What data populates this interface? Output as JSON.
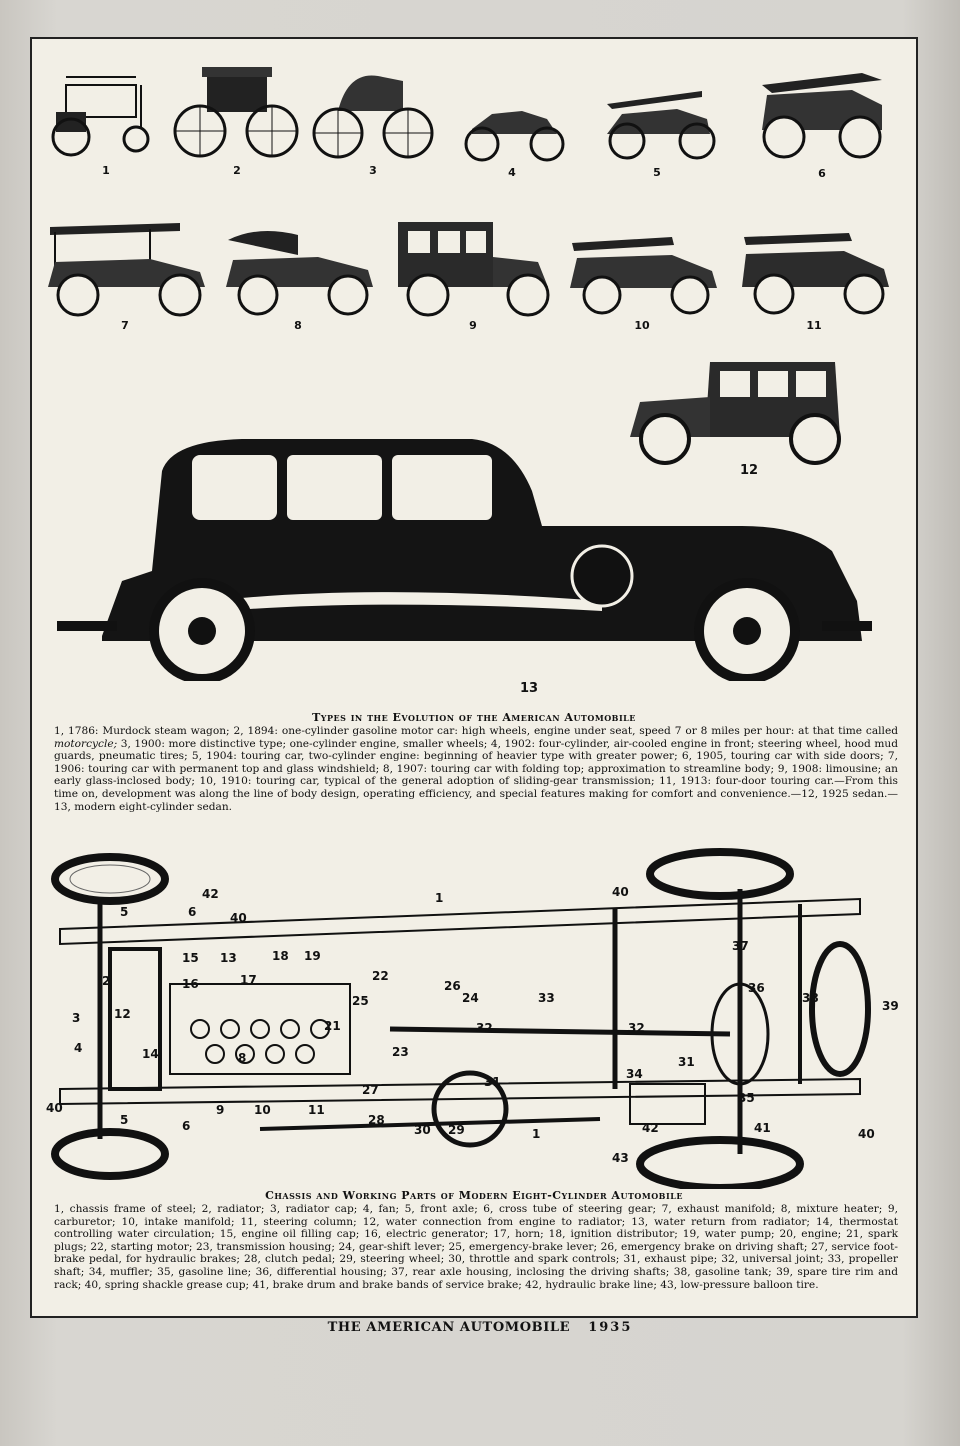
{
  "evolution": {
    "cars": [
      {
        "num": "1"
      },
      {
        "num": "2"
      },
      {
        "num": "3"
      },
      {
        "num": "4"
      },
      {
        "num": "5"
      },
      {
        "num": "6"
      },
      {
        "num": "7"
      },
      {
        "num": "8"
      },
      {
        "num": "9"
      },
      {
        "num": "10"
      },
      {
        "num": "11"
      }
    ],
    "car12_num": "12",
    "car13_num": "13",
    "title": "Types in the Evolution of the American Automobile",
    "caption_a": "1, 1786: Murdock steam wagon; 2, 1894: one-cylinder gasoline motor car: high wheels, engine under seat, speed 7 or 8 miles per hour: at that time called ",
    "caption_italic": "motorcycle;",
    "caption_b": " 3, 1900: more distinctive type; one-cylinder engine, smaller wheels; 4, 1902: four-cylinder, air-cooled engine in front; steering wheel, hood mud guards, pneumatic tires; 5, 1904: touring car, two-cylinder engine: beginning of heavier type with greater power; 6, 1905, touring car with side doors; 7, 1906: touring car with permanent top and glass windshield; 8, 1907: touring car with folding top; approximation to streamline body; 9, 1908: limousine; an early glass-inclosed body; 10, 1910: touring car, typical of the general adoption of sliding-gear transmission; 11, 1913: four-door touring car.—From this time on, development was along the line of body design, operating efficiency, and special features making for comfort and convenience.—12, 1925 sedan.—13, modern eight-cylinder sedan."
  },
  "chassis": {
    "title": "Chassis and Working Parts of Modern Eight-Cylinder Automobile",
    "labels": [
      "1",
      "42",
      "6",
      "40",
      "5",
      "40",
      "37",
      "36",
      "38",
      "39",
      "2",
      "15",
      "13",
      "18",
      "19",
      "22",
      "26",
      "24",
      "33",
      "3",
      "12",
      "17",
      "16",
      "25",
      "32",
      "32",
      "4",
      "14",
      "21",
      "23",
      "34",
      "31",
      "31",
      "35",
      "8",
      "9",
      "10",
      "11",
      "27",
      "28",
      "30",
      "29",
      "1",
      "42",
      "41",
      "40",
      "43",
      "5",
      "6",
      "40"
    ],
    "caption": "1, chassis frame of steel; 2, radiator; 3, radiator cap; 4, fan; 5, front axle; 6, cross tube of steering gear; 7, exhaust manifold; 8, mixture heater; 9, carburetor; 10, intake manifold; 11, steering column; 12, water connection from engine to radiator; 13, water return from radiator; 14, thermostat controlling water circulation; 15, engine oil filling cap; 16, electric generator; 17, horn; 18, ignition distributor; 19, water pump; 20, engine; 21, spark plugs; 22, starting motor; 23, transmission housing; 24, gear-shift lever; 25, emergency-brake lever; 26, emergency brake on driving shaft; 27, service foot-brake pedal, for hydraulic brakes; 28, clutch pedal; 29, steering wheel; 30, throttle and spark controls; 31, exhaust pipe; 32, universal joint; 33, propeller shaft; 34, muffler; 35, gasoline line; 36, differential housing; 37, rear axle housing, inclosing the driving shafts; 38, gasoline tank; 39, spare tire rim and rack; 40, spring shackle grease cup; 41, brake drum and brake bands of service brake; 42, hydraulic brake line; 43, low-pressure balloon tire."
  },
  "footer": {
    "title": "THE AMERICAN AUTOMOBILE",
    "year": "1935"
  }
}
